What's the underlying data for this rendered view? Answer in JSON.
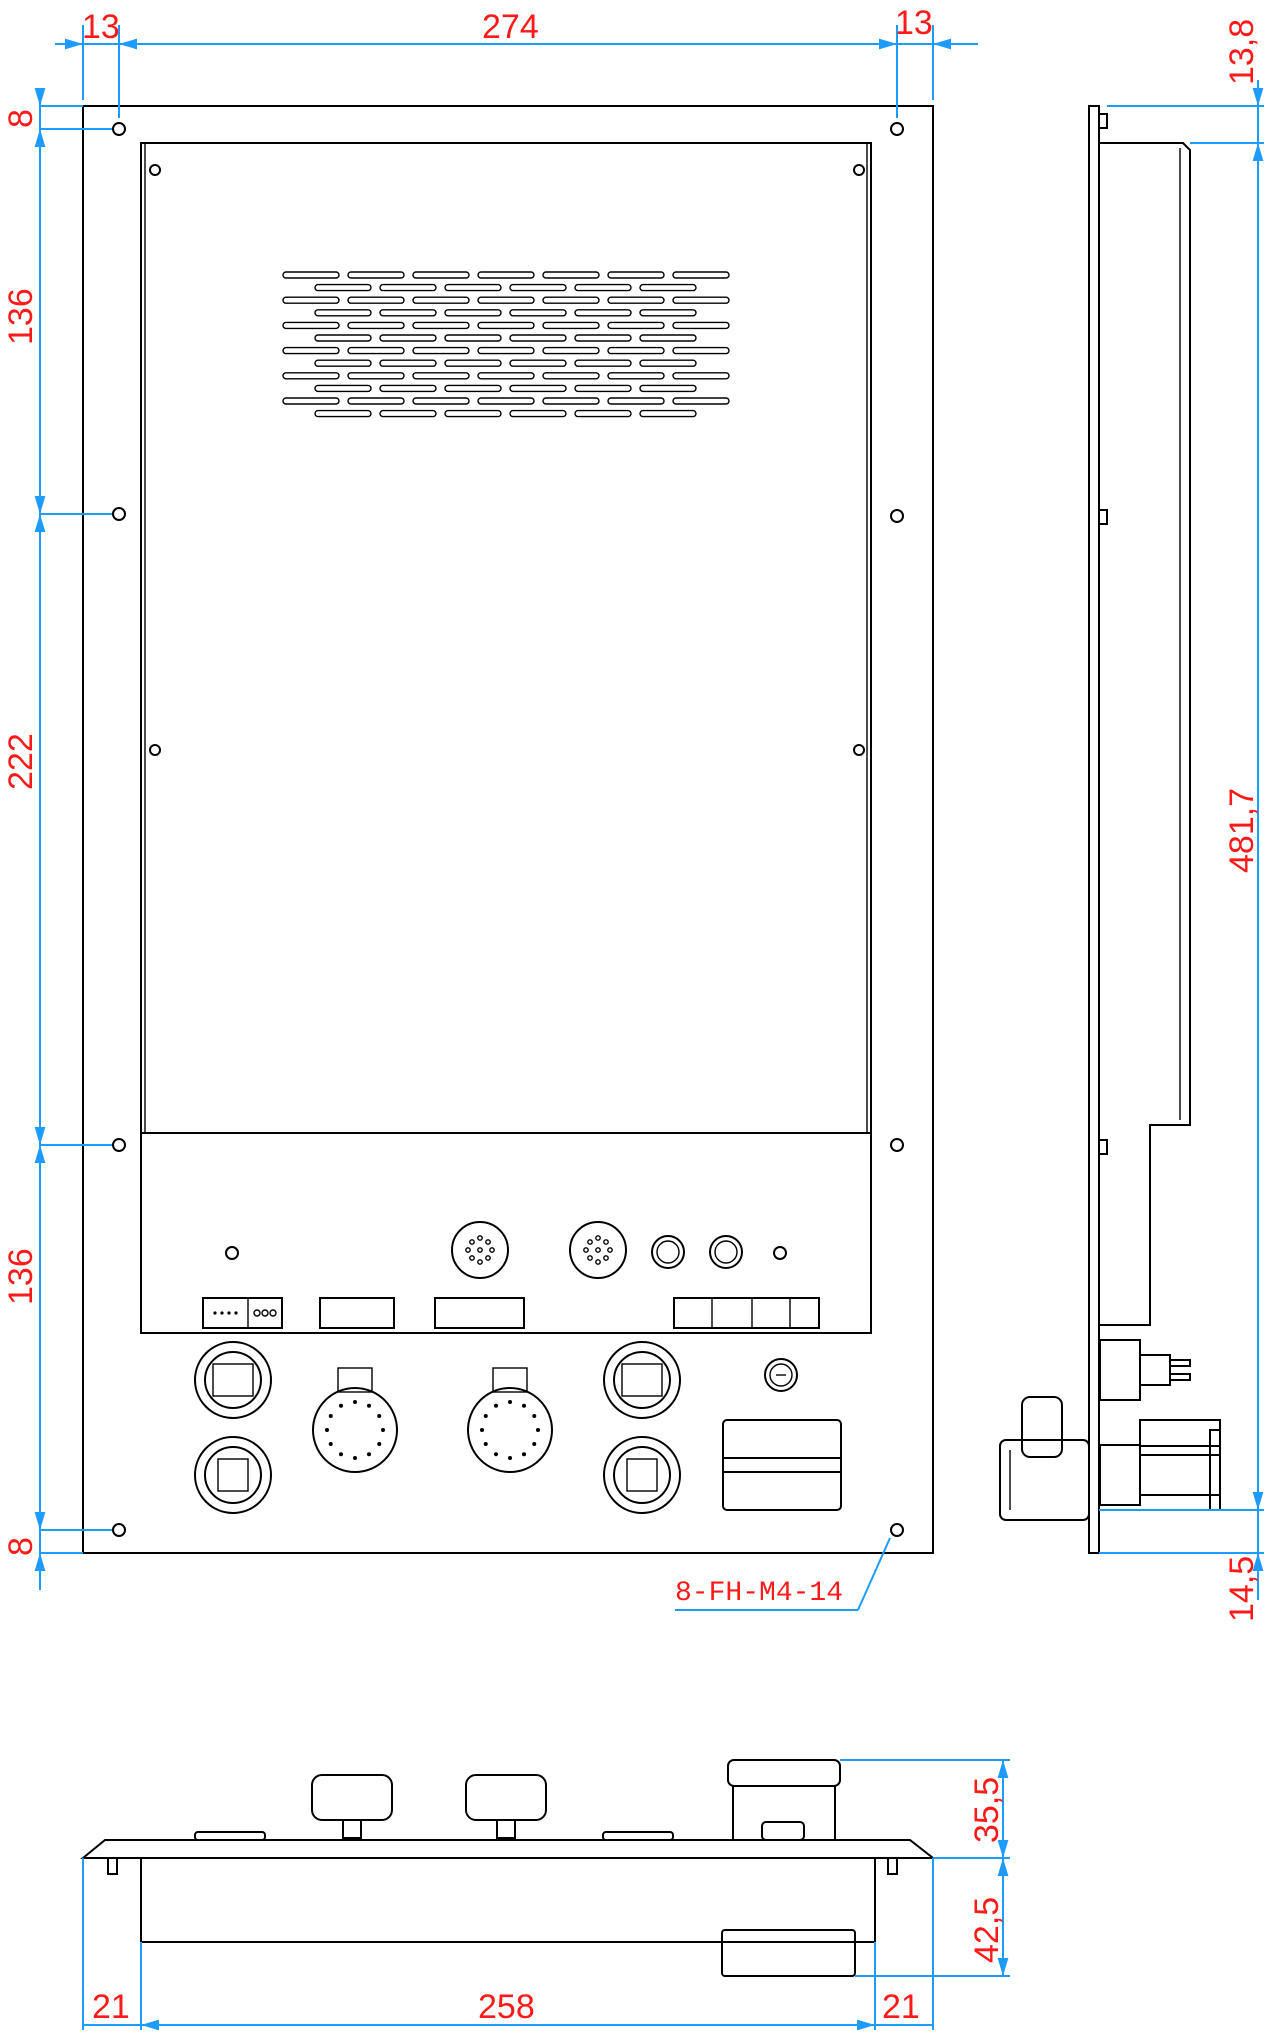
{
  "front_view": {
    "dims_top": [
      "13",
      "274",
      "13"
    ],
    "dims_left": [
      "8",
      "136",
      "222",
      "136",
      "8"
    ],
    "callout": "8-FH-M4-14"
  },
  "side_view": {
    "dims_right": [
      "13,8",
      "481,7",
      "14,5"
    ]
  },
  "bottom_view": {
    "dims_bottom": [
      "21",
      "258",
      "21"
    ],
    "dims_right": [
      "35,5",
      "42,5"
    ]
  },
  "colors": {
    "dimension_text": "#ff1a1a",
    "dimension_line": "#1e9bff",
    "outline": "#000000"
  }
}
